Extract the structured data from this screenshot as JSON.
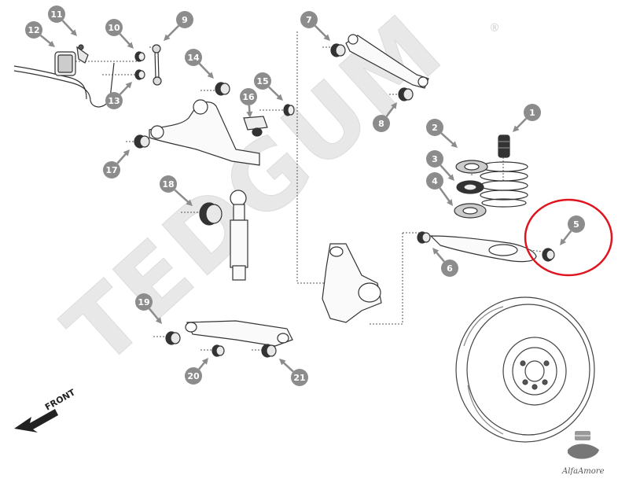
{
  "watermark": {
    "text": "TEDGUM",
    "registered": "®",
    "color": "#e6e6e6"
  },
  "direction": {
    "label": "FRONT"
  },
  "logo": {
    "text": "AlfaAmore"
  },
  "callout_color": "#8c8c8c",
  "highlight_color": "#e0141e",
  "callouts": [
    {
      "id": "c1",
      "label": "1"
    },
    {
      "id": "c2",
      "label": "2"
    },
    {
      "id": "c3",
      "label": "3"
    },
    {
      "id": "c4",
      "label": "4"
    },
    {
      "id": "c5",
      "label": "5"
    },
    {
      "id": "c6",
      "label": "6"
    },
    {
      "id": "c7",
      "label": "7"
    },
    {
      "id": "c8",
      "label": "8"
    },
    {
      "id": "c9",
      "label": "9"
    },
    {
      "id": "c10",
      "label": "10"
    },
    {
      "id": "c11",
      "label": "11"
    },
    {
      "id": "c12",
      "label": "12"
    },
    {
      "id": "c13",
      "label": "13"
    },
    {
      "id": "c14",
      "label": "14"
    },
    {
      "id": "c15",
      "label": "15"
    },
    {
      "id": "c16",
      "label": "16"
    },
    {
      "id": "c17",
      "label": "17"
    },
    {
      "id": "c18",
      "label": "18"
    },
    {
      "id": "c19",
      "label": "19"
    },
    {
      "id": "c20",
      "label": "20"
    },
    {
      "id": "c21",
      "label": "21"
    }
  ],
  "highlighted_part": "5"
}
